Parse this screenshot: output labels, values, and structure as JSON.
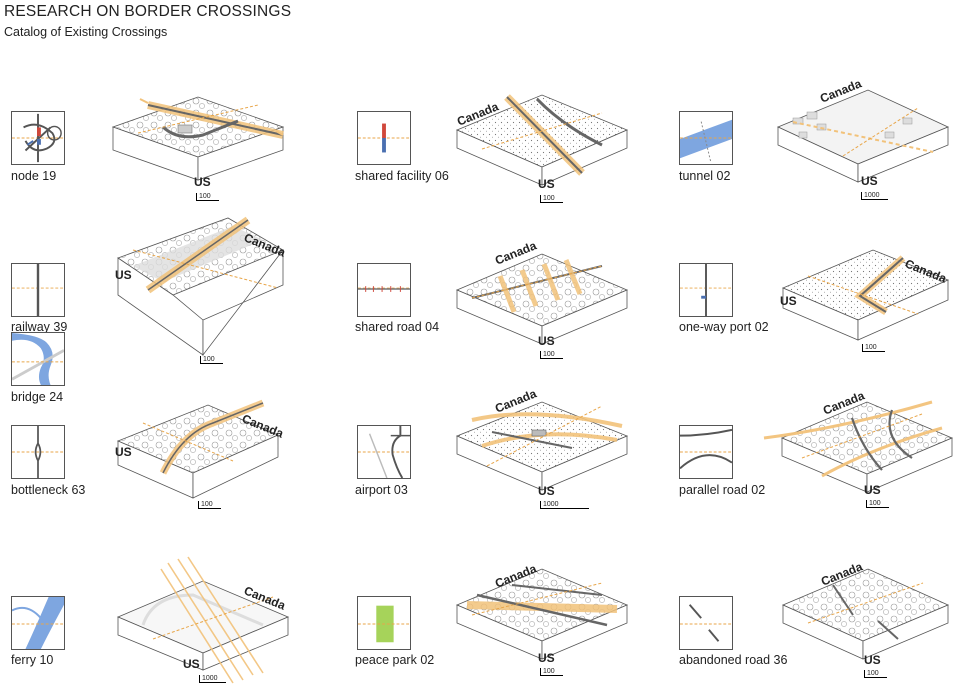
{
  "header": {
    "title": "RESEARCH ON BORDER CROSSINGS",
    "subtitle": "Catalog of Existing Crossings"
  },
  "colors": {
    "border_dash": "#e8a64a",
    "crossing_orange": "#f2c27a",
    "water_blue": "#7ea6e0",
    "park_green": "#a6d35a",
    "facility_red": "#d0473b",
    "facility_blue": "#4a6fb0",
    "road_gray": "#555555"
  },
  "crossings": [
    {
      "label": "node  19",
      "thumb_icon": "node-icon"
    },
    {
      "label": "railway  39",
      "thumb_icon": "railway-icon"
    },
    {
      "label": "bridge  24",
      "thumb_icon": "bridge-icon"
    },
    {
      "label": "bottleneck   63",
      "thumb_icon": "bottleneck-icon"
    },
    {
      "label": "ferry  10",
      "thumb_icon": "ferry-icon"
    },
    {
      "label": "shared facility   06",
      "thumb_icon": "shared-facility-icon"
    },
    {
      "label": "shared road   04",
      "thumb_icon": "shared-road-icon"
    },
    {
      "label": "airport  03",
      "thumb_icon": "airport-icon"
    },
    {
      "label": "peace park  02",
      "thumb_icon": "peace-park-icon"
    },
    {
      "label": "tunnel 02",
      "thumb_icon": "tunnel-icon"
    },
    {
      "label": "one-way port  02",
      "thumb_icon": "one-way-port-icon"
    },
    {
      "label": "parallel road   02",
      "thumb_icon": "parallel-road-icon"
    },
    {
      "label": "abandoned road   36",
      "thumb_icon": "abandoned-road-icon"
    }
  ],
  "blocks": [
    {
      "us": "US",
      "canada": "",
      "scale": "100"
    },
    {
      "us": "US",
      "canada": "Canada",
      "scale": "100"
    },
    {
      "us": "US",
      "canada": "Canada",
      "scale": "100"
    },
    {
      "us": "US",
      "canada": "Canada",
      "scale": "1000"
    },
    {
      "us": "US",
      "canada": "Canada",
      "scale": "100"
    },
    {
      "us": "US",
      "canada": "Canada",
      "scale": "100"
    },
    {
      "us": "US",
      "canada": "Canada",
      "scale": "1000"
    },
    {
      "us": "US",
      "canada": "Canada",
      "scale": "100"
    },
    {
      "us": "US",
      "canada": "Canada",
      "scale": "1000"
    },
    {
      "us": "US",
      "canada": "Canada",
      "scale": "100"
    },
    {
      "us": "US",
      "canada": "Canada",
      "scale": "100"
    },
    {
      "us": "US",
      "canada": "Canada",
      "scale": "100"
    }
  ]
}
